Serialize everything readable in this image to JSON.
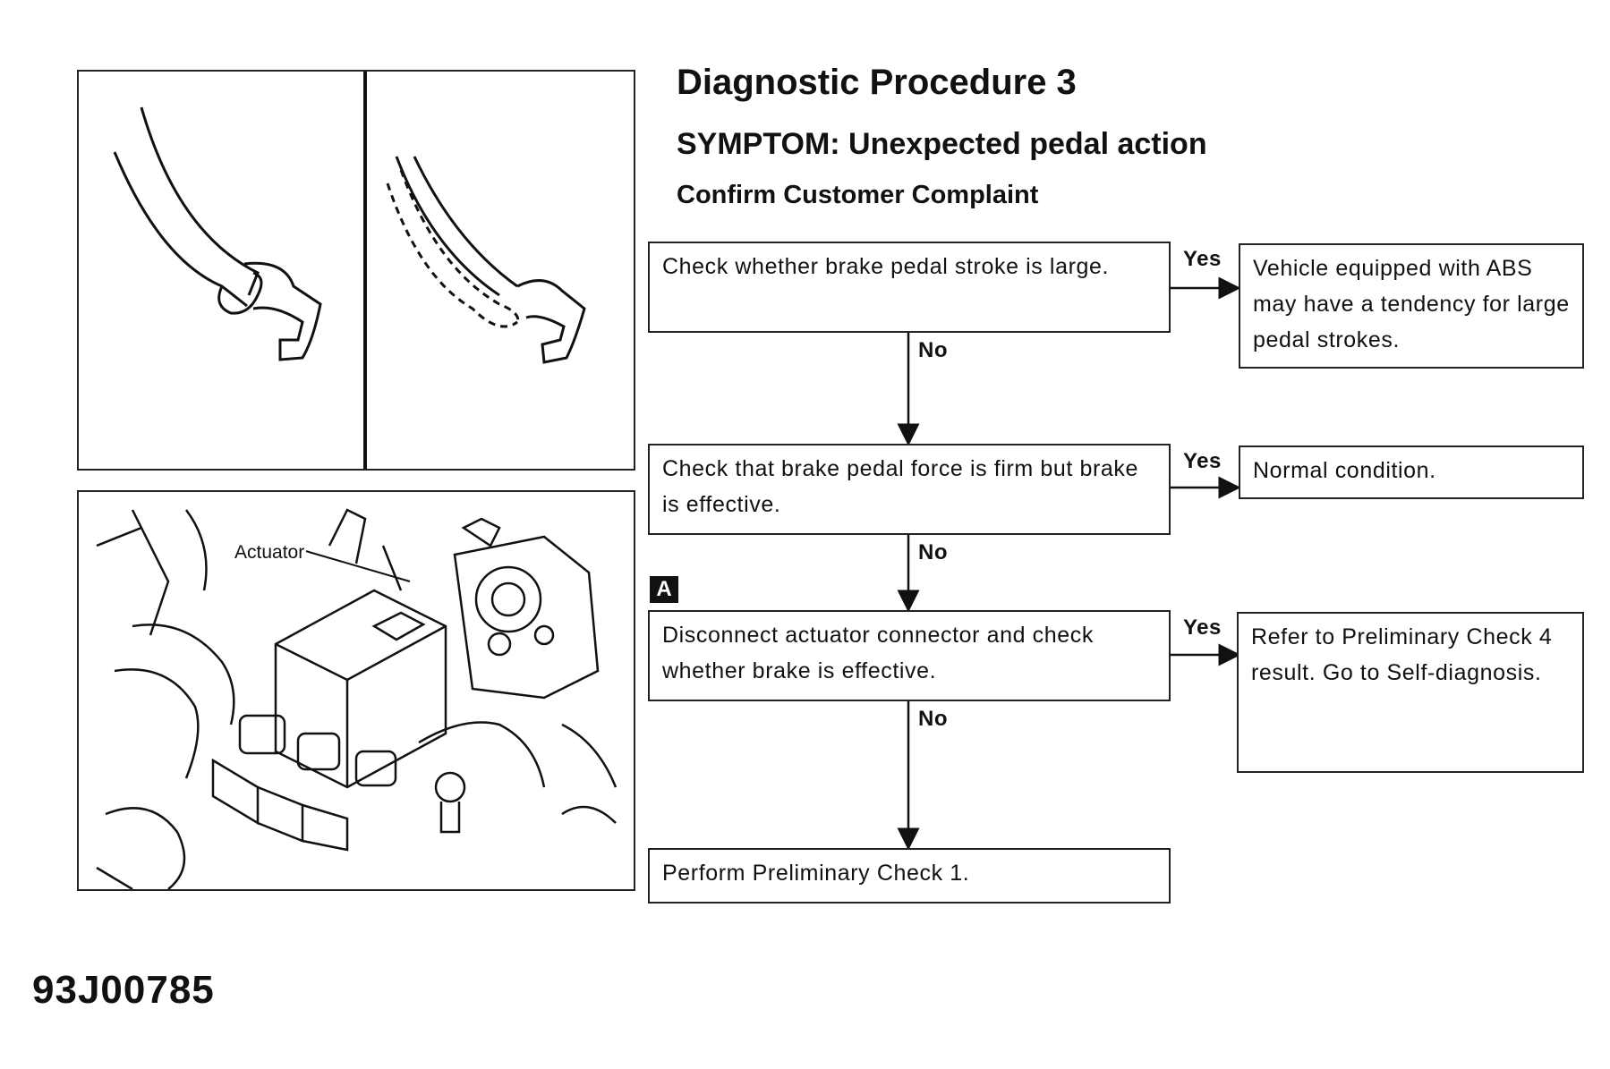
{
  "heading": {
    "title": "Diagnostic Procedure 3",
    "symptom": "SYMPTOM: Unexpected pedal action",
    "subtitle": "Confirm Customer Complaint"
  },
  "illustration": {
    "callout": "Actuator"
  },
  "flow": {
    "step1": {
      "check": "Check whether brake pedal stroke is large.",
      "yes_result": "Vehicle equipped with ABS may have a tendency for large pedal strokes."
    },
    "step2": {
      "check": "Check that brake pedal force is firm but brake is effective.",
      "yes_result": "Normal condition."
    },
    "step3": {
      "marker": "A",
      "check": "Disconnect actuator connector and check whether brake is effective.",
      "yes_result": "Refer to Preliminary Check 4 result. Go to Self-diagnosis."
    },
    "final": "Perform Preliminary Check 1.",
    "labels": {
      "yes": "Yes",
      "no": "No"
    }
  },
  "figure_code": "93J00785"
}
